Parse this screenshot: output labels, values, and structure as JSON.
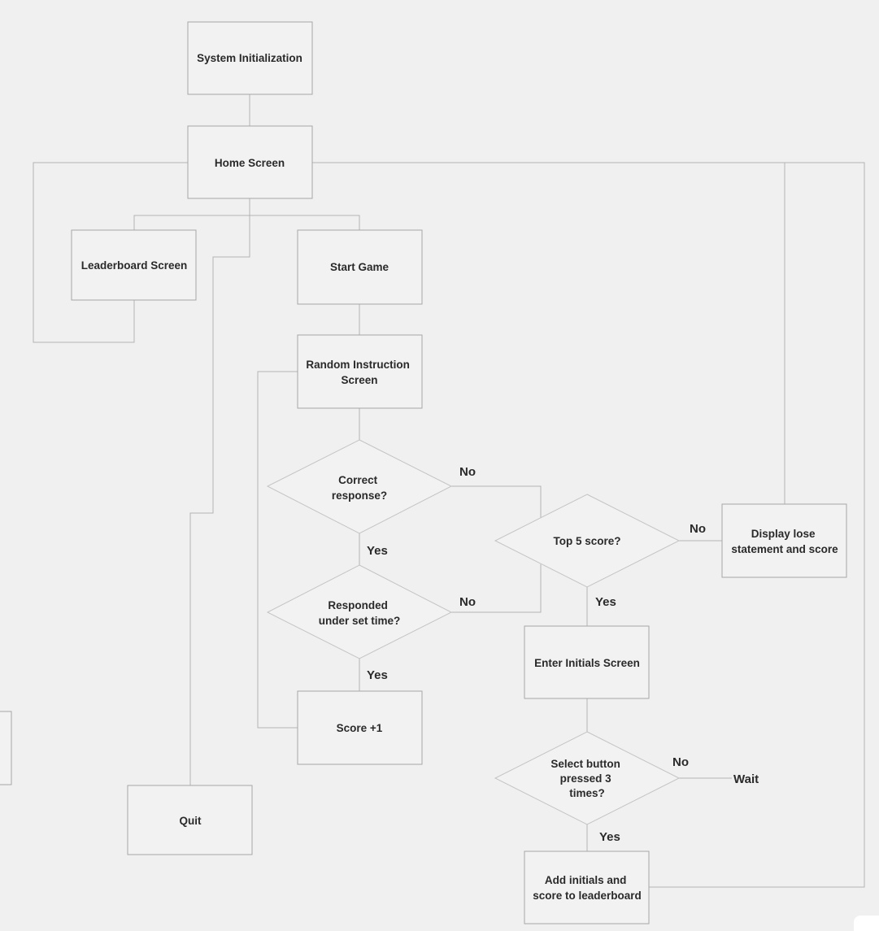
{
  "diagram": {
    "nodes": {
      "system_init": [
        "System Initialization"
      ],
      "home": [
        "Home Screen"
      ],
      "leaderboard": [
        "Leaderboard Screen"
      ],
      "start_game": [
        "Start Game"
      ],
      "random_instruction": [
        "Random Instruction",
        "Screen"
      ],
      "correct_response": [
        "Correct",
        "response?"
      ],
      "responded_time": [
        "Responded",
        "under set time?"
      ],
      "score_plus": [
        "Score +1"
      ],
      "quit": [
        "Quit"
      ],
      "top5": [
        "Top 5 score?"
      ],
      "display_lose": [
        "Display lose",
        "statement and score"
      ],
      "enter_initials": [
        "Enter Initials Screen"
      ],
      "select_button": [
        "Select button",
        "pressed 3",
        "times?"
      ],
      "add_initials": [
        "Add initials and",
        "score to leaderboard"
      ]
    },
    "edge_labels": {
      "correct_no": "No",
      "correct_yes": "Yes",
      "time_no": "No",
      "time_yes": "Yes",
      "top5_no": "No",
      "top5_yes": "Yes",
      "select_no": "No",
      "select_yes": "Yes",
      "wait": "Wait"
    }
  }
}
